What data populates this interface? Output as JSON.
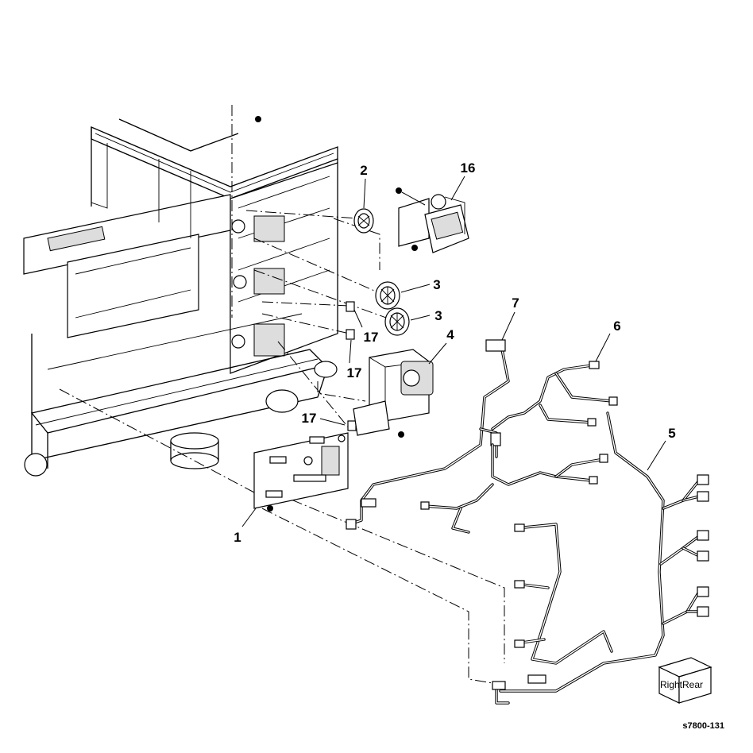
{
  "callouts": [
    {
      "id": "c2",
      "label": "2"
    },
    {
      "id": "c16",
      "label": "16"
    },
    {
      "id": "c3a",
      "label": "3"
    },
    {
      "id": "c3b",
      "label": "3"
    },
    {
      "id": "c17a",
      "label": "17"
    },
    {
      "id": "c17b",
      "label": "17"
    },
    {
      "id": "c17c",
      "label": "17"
    },
    {
      "id": "c4",
      "label": "4"
    },
    {
      "id": "c7",
      "label": "7"
    },
    {
      "id": "c6",
      "label": "6"
    },
    {
      "id": "c5",
      "label": "5"
    },
    {
      "id": "c1",
      "label": "1"
    }
  ],
  "orientation_cube": {
    "face_left": "Right",
    "face_right": "Rear"
  },
  "figure_id": "s7800-131"
}
